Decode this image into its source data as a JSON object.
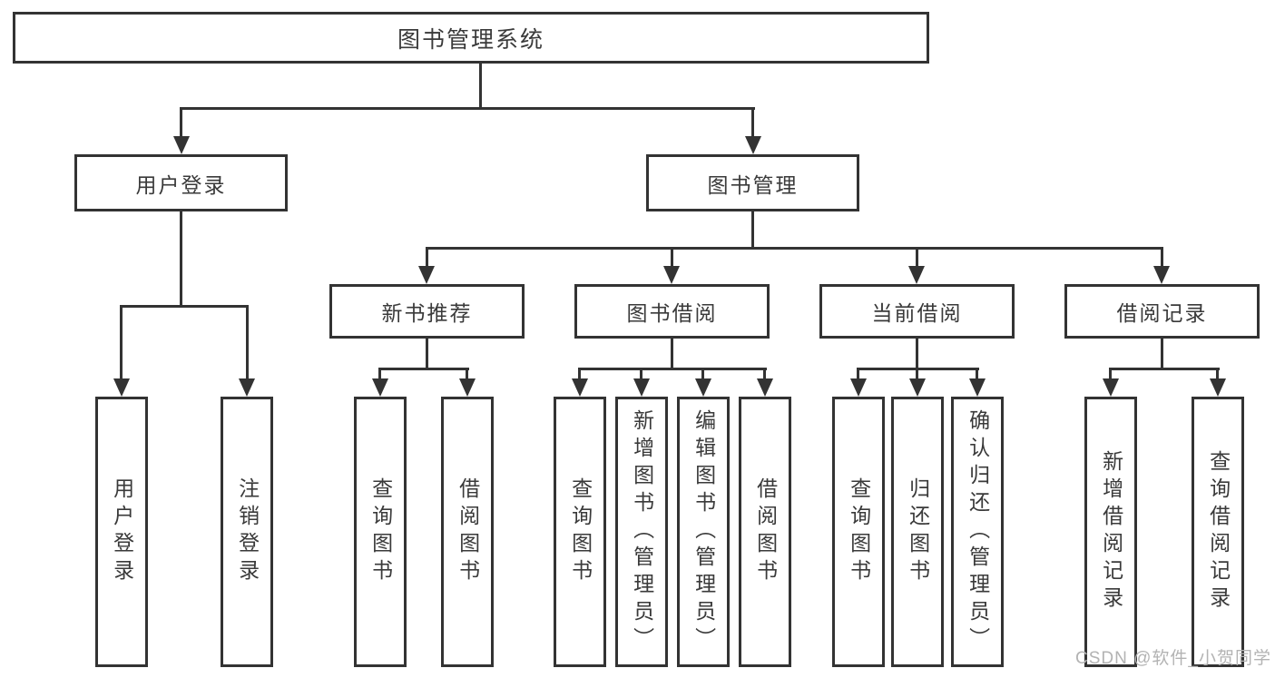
{
  "diagram": {
    "root": {
      "label": "图书管理系统"
    },
    "level2": [
      {
        "label": "用户登录"
      },
      {
        "label": "图书管理"
      }
    ],
    "level3": [
      {
        "label": "新书推荐"
      },
      {
        "label": "图书借阅"
      },
      {
        "label": "当前借阅"
      },
      {
        "label": "借阅记录"
      }
    ],
    "leaves": {
      "user_login": [
        {
          "label": "用户登录"
        },
        {
          "label": "注销登录"
        }
      ],
      "new_book": [
        {
          "label": "查询图书"
        },
        {
          "label": "借阅图书"
        }
      ],
      "book_borrow": [
        {
          "label": "查询图书"
        },
        {
          "label": "新增图书（管理员）"
        },
        {
          "label": "编辑图书（管理员）"
        },
        {
          "label": "借阅图书"
        }
      ],
      "current_borrow": [
        {
          "label": "查询图书"
        },
        {
          "label": "归还图书"
        },
        {
          "label": "确认归还（管理员）"
        }
      ],
      "borrow_record": [
        {
          "label": "新增借阅记录"
        },
        {
          "label": "查询借阅记录"
        }
      ]
    }
  },
  "watermark": {
    "text": "CSDN @软件_小贺同学"
  },
  "colors": {
    "line": "#333333",
    "text": "#3a3a3a",
    "watermark": "#b3b3b3",
    "background": "#ffffff"
  }
}
